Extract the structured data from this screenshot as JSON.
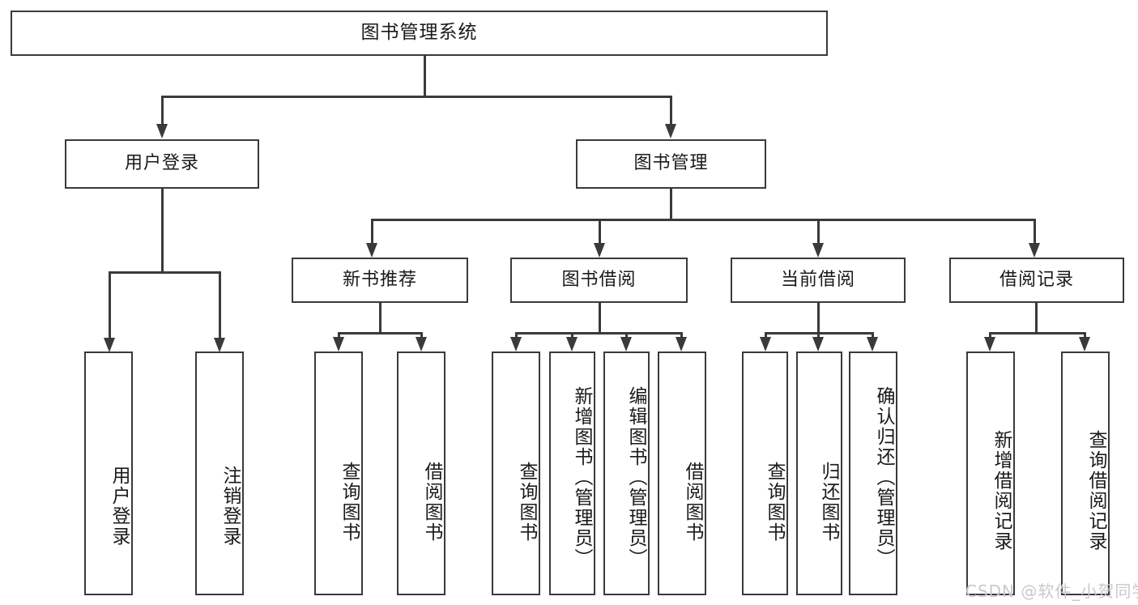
{
  "diagram": {
    "type": "tree-hierarchy-diagram",
    "title": "图书管理系统",
    "theme": {
      "stroke": "#3a3a3a",
      "fill": "#ffffff",
      "text": "#1a1a1a",
      "watermark_color": "#c9c9c9"
    },
    "levels": {
      "root": {
        "label": "图书管理系统"
      },
      "level2": [
        {
          "label": "用户登录"
        },
        {
          "label": "图书管理"
        }
      ],
      "level3": [
        {
          "label": "新书推荐"
        },
        {
          "label": "图书借阅"
        },
        {
          "label": "当前借阅"
        },
        {
          "label": "借阅记录"
        }
      ],
      "leaves": {
        "user_login": [
          {
            "label": "用户登录"
          },
          {
            "label": "注销登录"
          }
        ],
        "new_book_recommend": [
          {
            "label": "查询图书"
          },
          {
            "label": "借阅图书"
          }
        ],
        "book_borrow": [
          {
            "label": "查询图书"
          },
          {
            "label": "新增图书（管理员）"
          },
          {
            "label": "编辑图书（管理员）"
          },
          {
            "label": "借阅图书"
          }
        ],
        "current_borrow": [
          {
            "label": "查询图书"
          },
          {
            "label": "归还图书"
          },
          {
            "label": "确认归还（管理员）"
          }
        ],
        "borrow_record": [
          {
            "label": "新增借阅记录"
          },
          {
            "label": "查询借阅记录"
          }
        ]
      }
    }
  },
  "watermark": {
    "text": "CSDN @软件_小贺同学"
  }
}
